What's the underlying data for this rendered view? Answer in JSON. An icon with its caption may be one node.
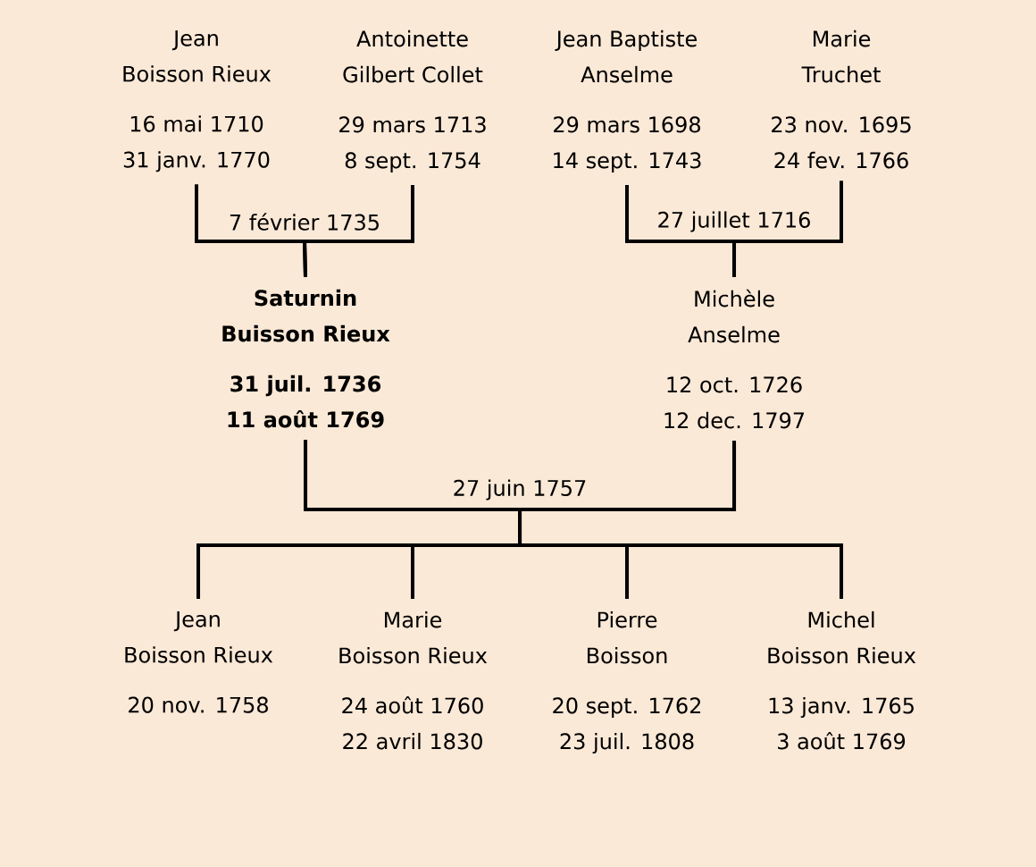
{
  "diagram": {
    "nodes": [
      {
        "text": [
          "Jean",
          "Boisson Rieux",
          "16 mai 1710",
          "31 janv. 1770"
        ]
      },
      {
        "text": [
          "Antoinette",
          "Gilbert Collet",
          "29 mars 1713",
          "8 sept. 1754"
        ]
      },
      {
        "text": [
          "Jean Baptiste",
          "Anselme",
          "29 mars 1698",
          "14 sept. 1743"
        ]
      },
      {
        "text": [
          "Marie",
          "Truchet",
          "23 nov. 1695",
          "24 fev. 1766"
        ]
      },
      {
        "text": [
          "Saturnin",
          "Buisson Rieux",
          "31 juil. 1736",
          "11 août 1769"
        ]
      },
      {
        "text": [
          "Michèle",
          "Anselme",
          "12 oct. 1726",
          "12 dec. 1797"
        ]
      },
      {
        "text": [
          "Jean",
          "Boisson Rieux",
          "20 nov. 1758"
        ]
      },
      {
        "text": [
          "Marie",
          "Boisson Rieux",
          "24 août 1760",
          "22 avril 1830"
        ]
      },
      {
        "text": [
          "Pierre",
          "Boisson",
          "20 sept. 1762",
          "23 juil. 1808"
        ]
      },
      {
        "text": [
          "Michel",
          "Boisson Rieux",
          "13 janv. 1765",
          "3 août 1769"
        ]
      }
    ],
    "edges": [
      {
        "from": 0,
        "to": 4,
        "arrow": "none",
        "label": "7 février 1735"
      },
      {
        "from": 1,
        "to": 4,
        "arrow": "none"
      },
      {
        "from": 2,
        "to": 5,
        "arrow": "none",
        "label": "27 juillet 1716"
      },
      {
        "from": 3,
        "to": 5,
        "arrow": "none"
      },
      {
        "from": 4,
        "to": 6,
        "arrow": "none",
        "label": "27 juin 1757"
      },
      {
        "from": 5,
        "to": 6,
        "arrow": "none"
      },
      {
        "from": 4,
        "to": 7,
        "arrow": "none"
      },
      {
        "from": 5,
        "to": 7,
        "arrow": "none"
      },
      {
        "from": 4,
        "to": 8,
        "arrow": "none"
      },
      {
        "from": 5,
        "to": 8,
        "arrow": "none"
      },
      {
        "from": 4,
        "to": 9,
        "arrow": "none"
      },
      {
        "from": 5,
        "to": 9,
        "arrow": "none"
      }
    ]
  }
}
